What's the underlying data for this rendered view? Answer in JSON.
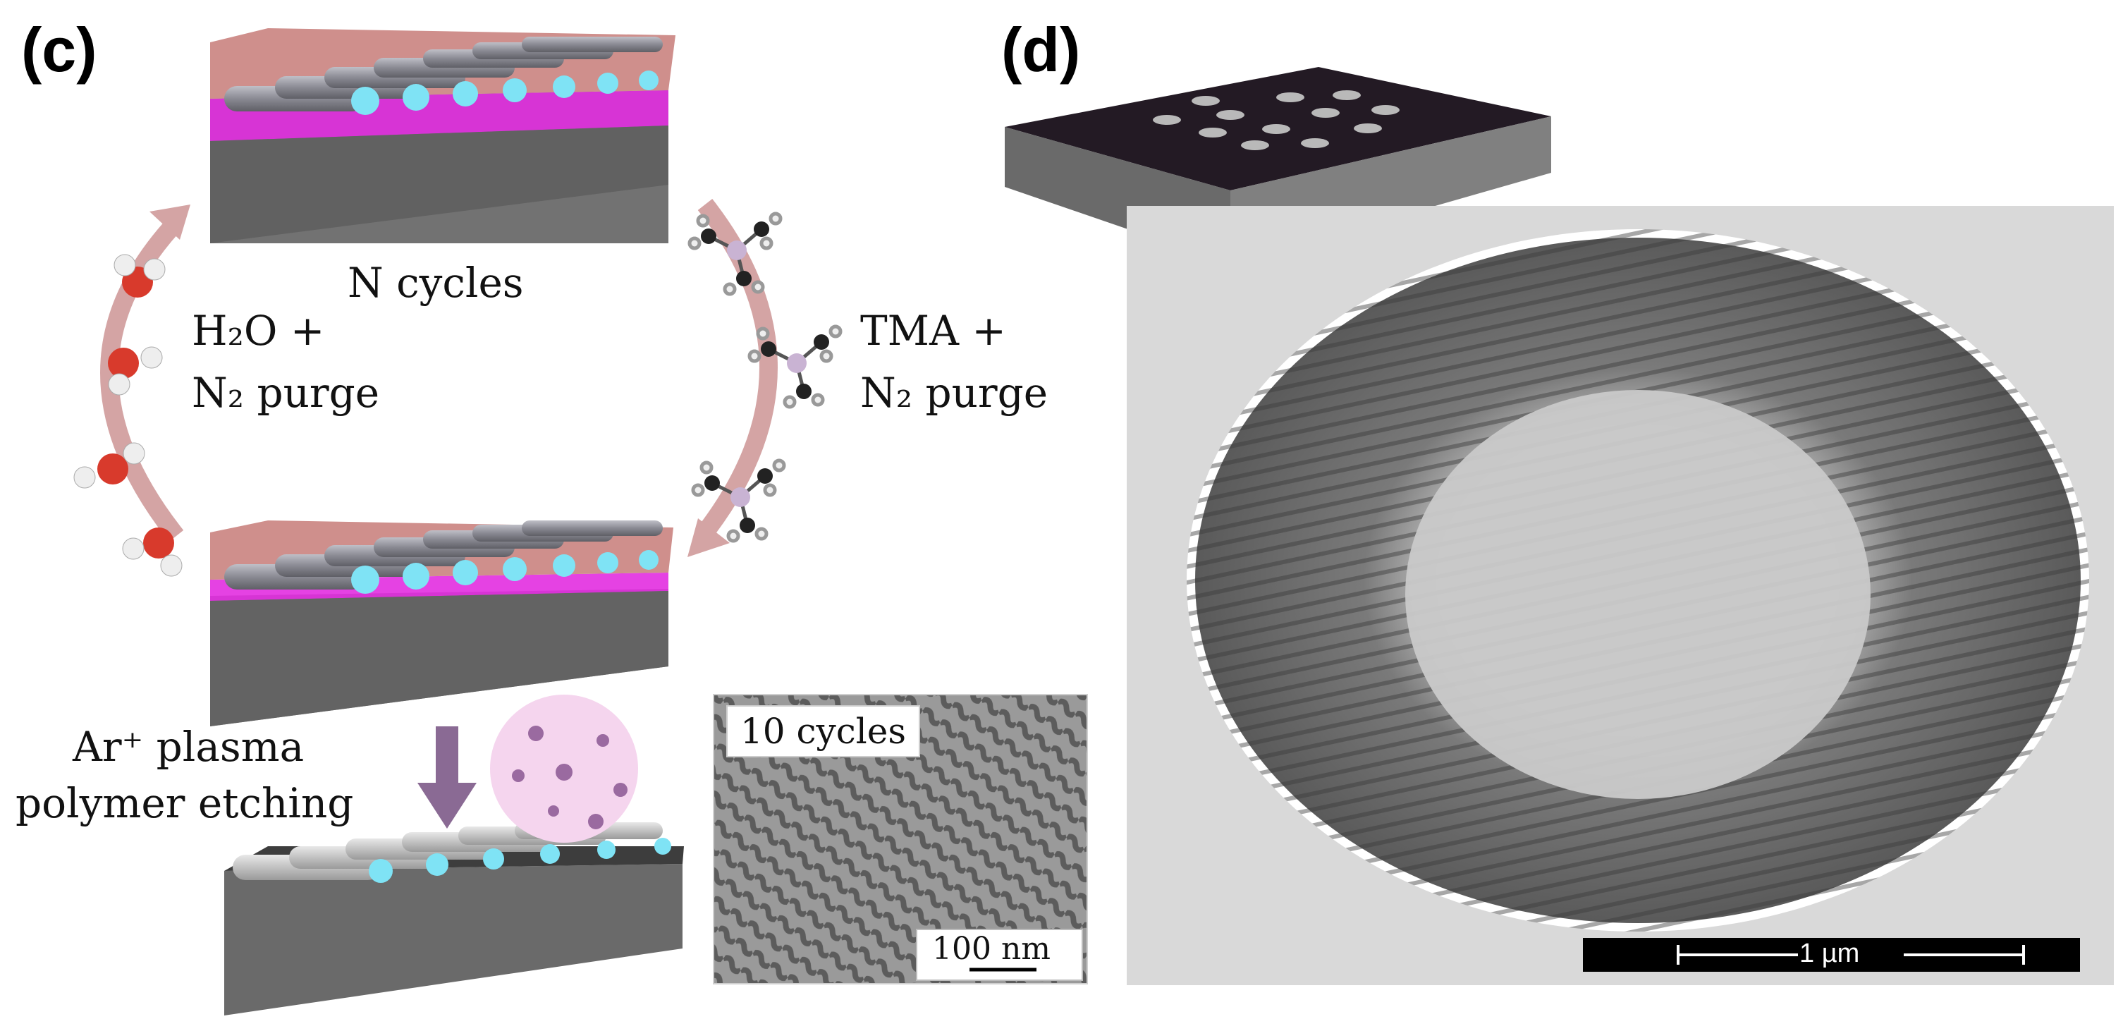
{
  "panels": {
    "c": {
      "label": "(c)"
    },
    "d": {
      "label": "(d)"
    }
  },
  "steps": {
    "cycles": "N cycles",
    "water": {
      "line1": "H₂O +",
      "line2": "N₂ purge"
    },
    "tma": {
      "line1": "TMA +",
      "line2": "N₂ purge"
    },
    "etching": {
      "line1": "Ar⁺ plasma",
      "line2": "polymer etching"
    }
  },
  "inset": {
    "label": "10 cycles",
    "scalebar": "100 nm"
  },
  "micrograph": {
    "scalebar": "1 µm"
  },
  "colors": {
    "substrate_gray": "#6e6e6e",
    "polymer_red": "#c77b78",
    "interface_magenta": "#e22ee0",
    "cylinder_cyan": "#7fe3f5",
    "arrow_pink": "#d4a4a4",
    "etch_arrow_purple": "#8a6a94",
    "plasma_pink": "#f5d5ee",
    "oxygen_red": "#d83a2c"
  }
}
